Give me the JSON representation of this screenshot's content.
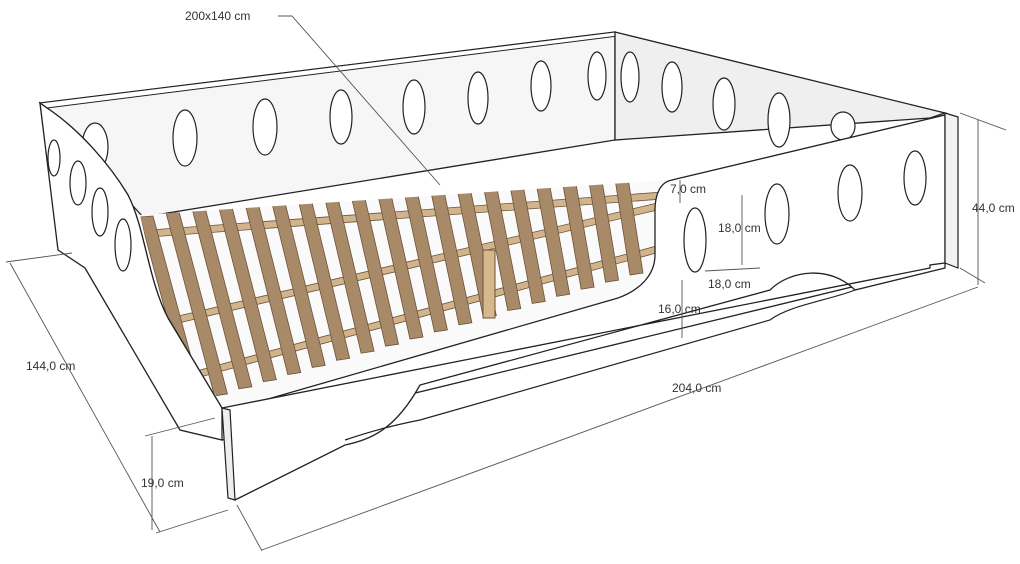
{
  "diagram": {
    "mattress_size": "200x140 cm",
    "total_length": "204,0 cm",
    "total_width": "144,0 cm",
    "total_height": "44,0 cm",
    "rail_height": "19,0 cm",
    "opening_top_gap": "7,0 cm",
    "opening_height": "18,0 cm",
    "opening_width": "18,0 cm",
    "opening_bottom_height": "16,0 cm"
  },
  "colors": {
    "panel": "#ffffff",
    "panel_shadow": "#f0f0f0",
    "inner_wall": "#f4f4f4",
    "slat": "#a88a68",
    "slat_edge": "#6b5238",
    "support": "#d2b48c",
    "outline": "#222222",
    "dim_line": "#555555"
  }
}
